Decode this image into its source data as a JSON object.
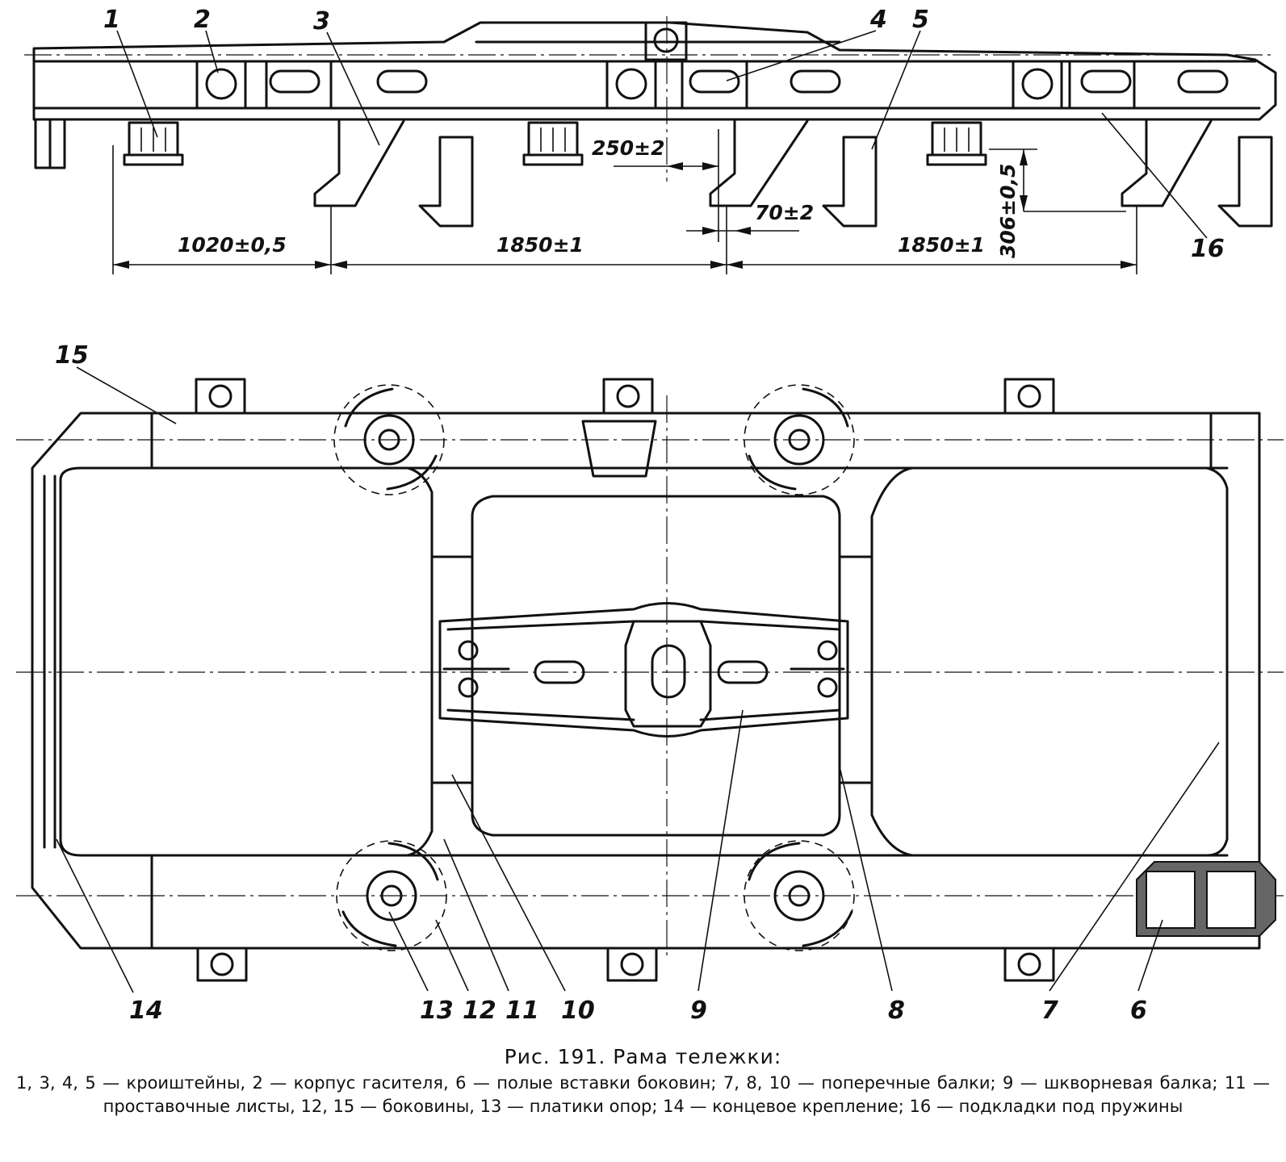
{
  "callouts": {
    "c1": "1",
    "c2": "2",
    "c3": "3",
    "c4": "4",
    "c5": "5",
    "c6": "6",
    "c7": "7",
    "c8": "8",
    "c9": "9",
    "c10": "10",
    "c11": "11",
    "c12": "12",
    "c13": "13",
    "c14": "14",
    "c15": "15",
    "c16": "16"
  },
  "dimensions": {
    "d250": "250±2",
    "d70": "70±2",
    "d306": "306±0,5",
    "d1020": "1020±0,5",
    "d1850a": "1850±1",
    "d1850b": "1850±1"
  },
  "caption": {
    "title": "Рис. 191. Рама тележки:",
    "legend": "1, 3, 4, 5 — кроиштейны, 2 — корпус гасителя, 6 — полые вставки боковин; 7, 8, 10 — поперечные балки; 9 — шкворневая балка; 11 — проставочные листы, 12, 15 — боковины, 13 — платики опор; 14 — концевое крепление; 16 — подкладки под пружины"
  }
}
